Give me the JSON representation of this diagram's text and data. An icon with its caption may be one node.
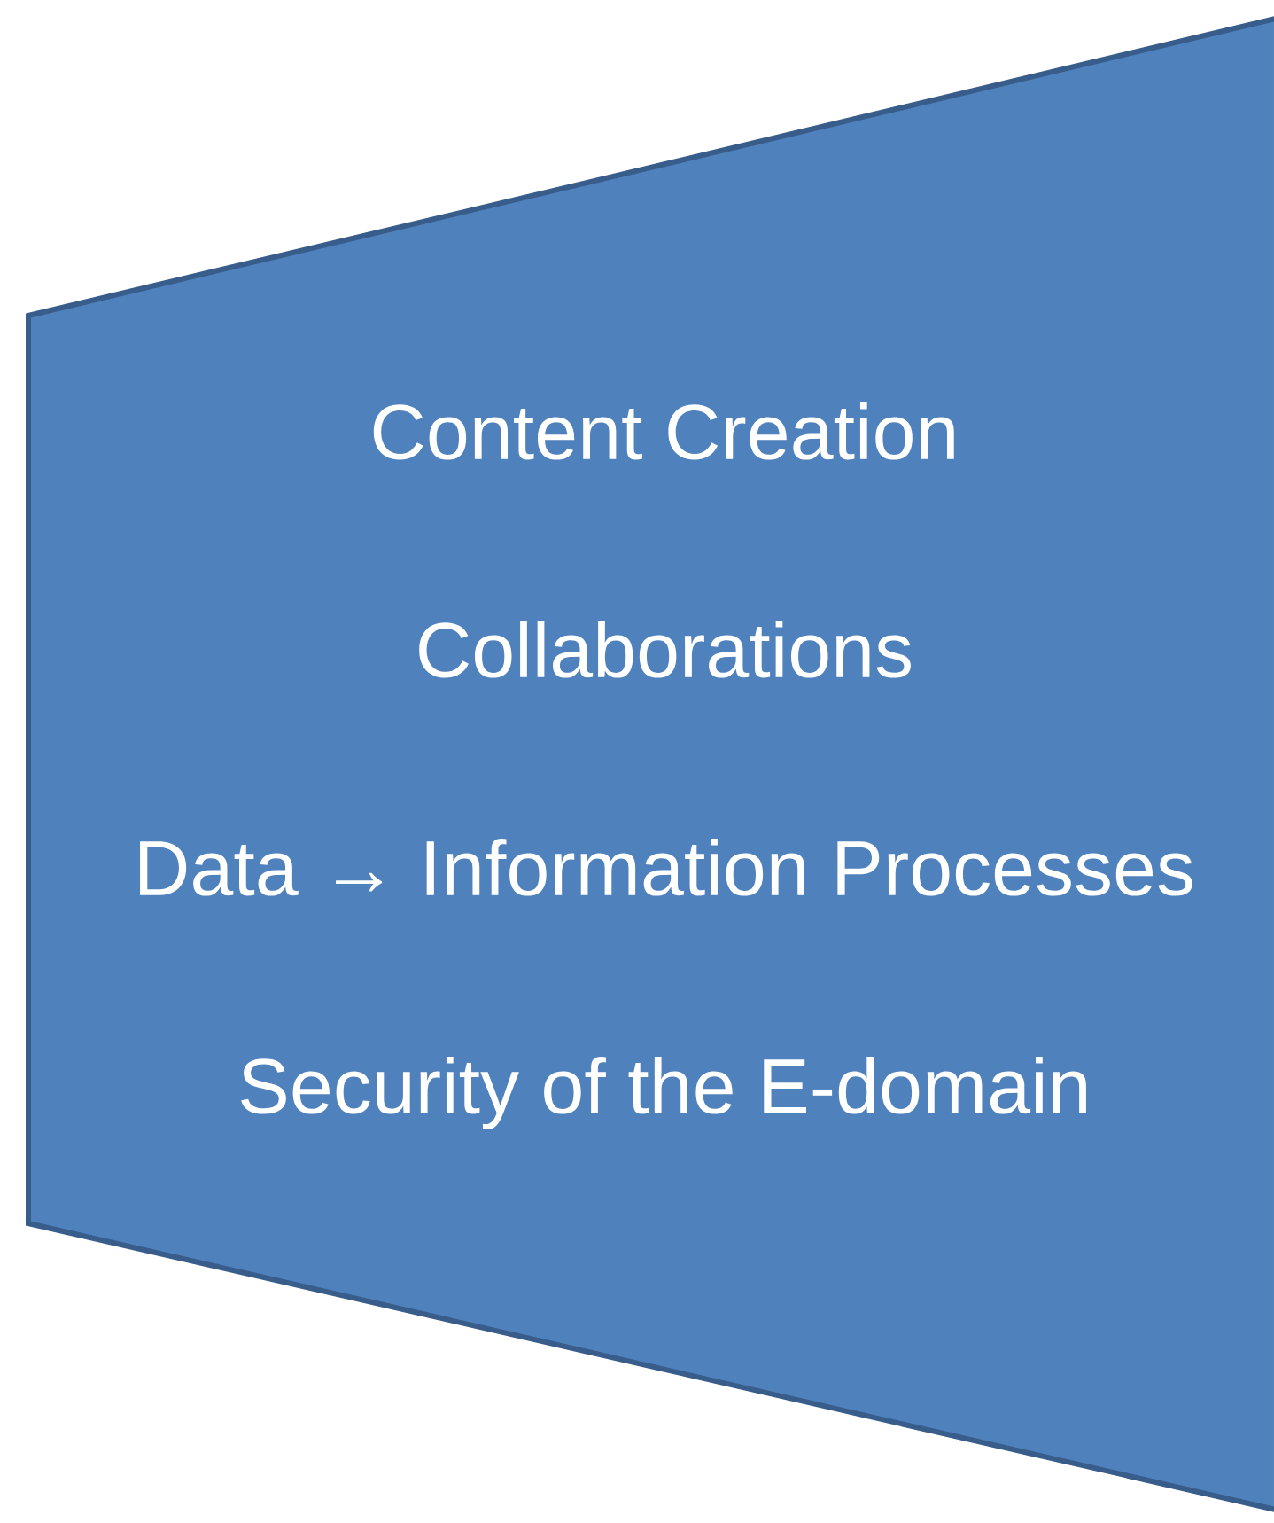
{
  "diagram": {
    "nodes": [
      {
        "text": [
          "Content Creation",
          "Collaborations",
          "Data → Information Processes",
          "Security of the E-domain"
        ]
      }
    ]
  }
}
